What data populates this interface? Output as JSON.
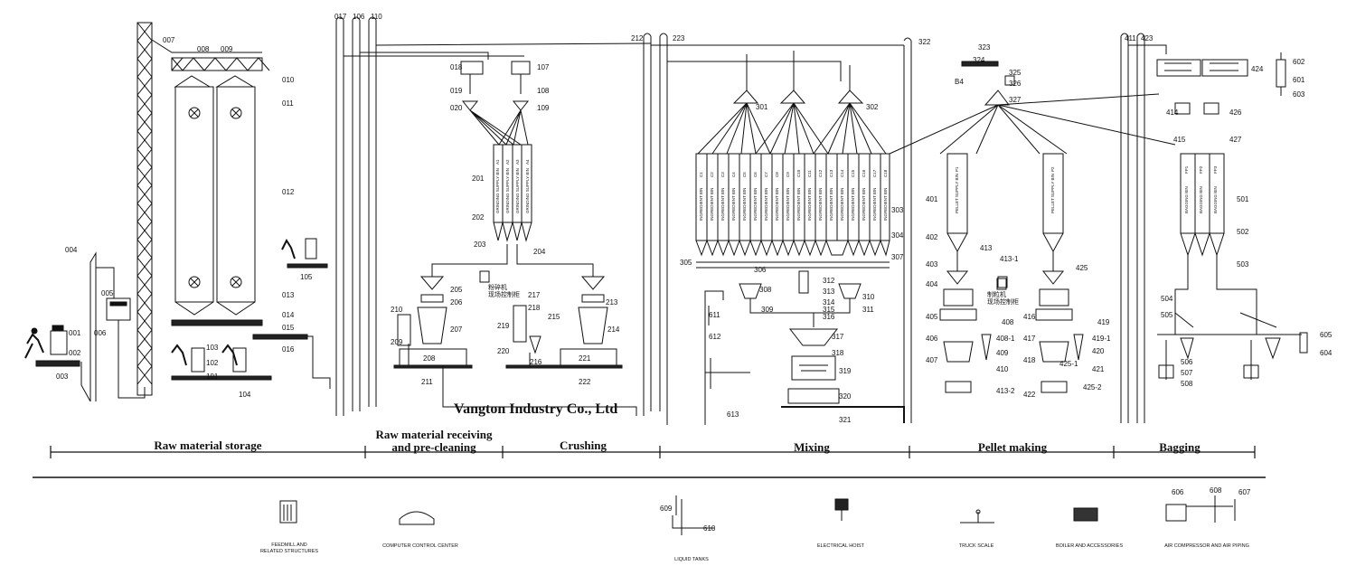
{
  "company": "Vangton Industry Co., Ltd",
  "sections": [
    {
      "id": "raw-material-storage",
      "label": "Raw material storage"
    },
    {
      "id": "raw-material-receiving",
      "label": "Raw material receiving\nand pre-cleaning"
    },
    {
      "id": "crushing",
      "label": "Crushing"
    },
    {
      "id": "mixing",
      "label": "Mixing"
    },
    {
      "id": "pellet-making",
      "label": "Pellet making"
    },
    {
      "id": "bagging",
      "label": "Bagging"
    }
  ],
  "labels": [
    "001",
    "002",
    "003",
    "004",
    "005",
    "006",
    "007",
    "008",
    "009",
    "010",
    "011",
    "012",
    "013",
    "014",
    "015",
    "016",
    "017",
    "018",
    "019",
    "020",
    "101",
    "102",
    "103",
    "104",
    "105",
    "106",
    "107",
    "108",
    "109",
    "110",
    "201",
    "202",
    "203",
    "204",
    "205",
    "206",
    "207",
    "208",
    "209",
    "210",
    "211",
    "212",
    "213",
    "214",
    "215",
    "216",
    "217",
    "218",
    "219",
    "220",
    "221",
    "222",
    "223",
    "301",
    "302",
    "303",
    "304",
    "305",
    "306",
    "307",
    "308",
    "309",
    "310",
    "311",
    "312",
    "313",
    "314",
    "315",
    "316",
    "317",
    "318",
    "319",
    "320",
    "321",
    "322",
    "323",
    "324",
    "325",
    "326",
    "327",
    "401",
    "402",
    "403",
    "404",
    "405",
    "406",
    "407",
    "408",
    "408-1",
    "409",
    "410",
    "411",
    "413",
    "413-1",
    "413-2",
    "414",
    "415",
    "416",
    "417",
    "418",
    "419",
    "419-1",
    "420",
    "421",
    "422",
    "423",
    "424",
    "425",
    "425-1",
    "425-2",
    "426",
    "427",
    "501",
    "502",
    "503",
    "504",
    "505",
    "506",
    "507",
    "508",
    "601",
    "602",
    "603",
    "604",
    "605",
    "606",
    "607",
    "608",
    "609",
    "610",
    "611",
    "612",
    "613",
    "B4"
  ],
  "panel_texts": {
    "crusher_panel": "粉碎机\n现场控制柜",
    "pellet_panel": "制粒机\n现场控制柜"
  },
  "bin_texts": {
    "mixing_bins": "INGREDIENT BIN",
    "crushing_bins": "GRINDING SUPPLY BIN",
    "pellet_bins": "PELLET SUPPLY BIN",
    "bagging_bins": "BAGGING BIN",
    "bin_marks_mixing": [
      "C1",
      "C2",
      "C3",
      "C4",
      "C5",
      "C6",
      "C7",
      "C8",
      "C9",
      "C10",
      "C11",
      "C12",
      "C13",
      "C14",
      "C15",
      "C16",
      "C17",
      "C18"
    ],
    "bin_marks_crushing": [
      "A1",
      "A2",
      "A3",
      "A4"
    ],
    "bin_marks_pellet": [
      "P1",
      "P2"
    ],
    "bin_marks_bagging": [
      "FP1",
      "FP2",
      "FP3"
    ]
  },
  "facilities": [
    {
      "id": "feedmill",
      "label": "FEEDMILL AND\nRELATED STRUCTURES"
    },
    {
      "id": "control-center",
      "label": "COMPUTER CONTROL CENTER"
    },
    {
      "id": "liquid-tanks",
      "label": "LIQUID TANKS"
    },
    {
      "id": "electrical-hoist",
      "label": "ELECTRICAL HOIST"
    },
    {
      "id": "truck-scale",
      "label": "TRUCK SCALE"
    },
    {
      "id": "boiler",
      "label": "BOILER    AND ACCESSORIES"
    },
    {
      "id": "air-compressor",
      "label": "AIR COMPRESSOR      AND AIR PIPING"
    }
  ]
}
